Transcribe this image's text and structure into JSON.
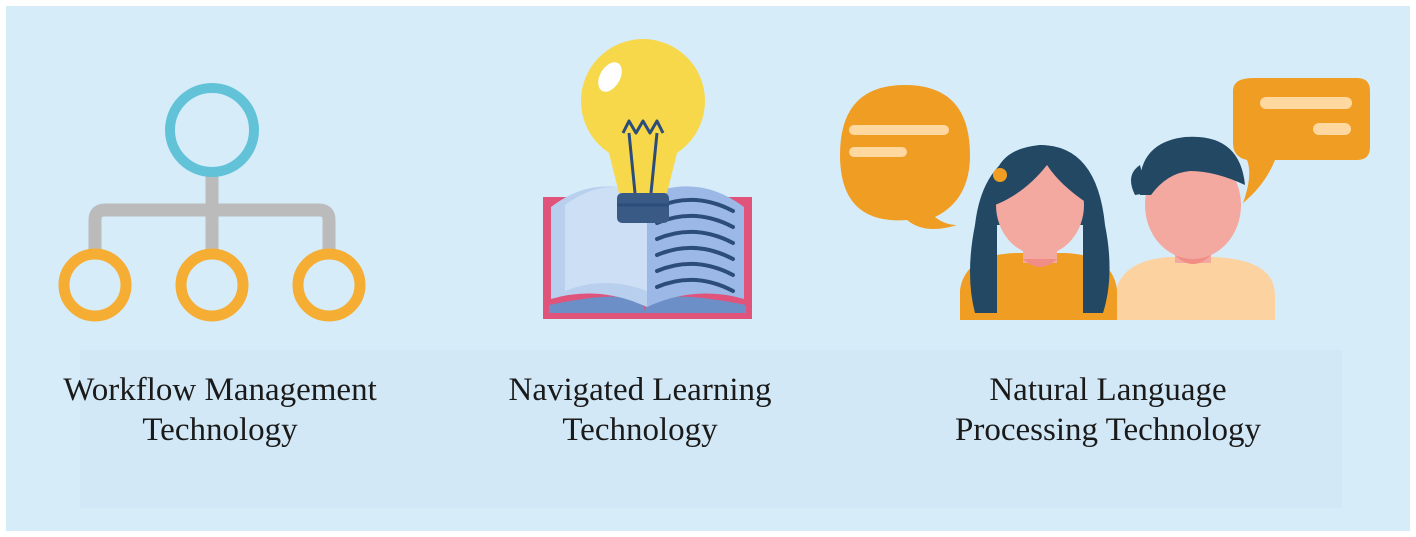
{
  "features": [
    {
      "icon": "workflow-hierarchy-icon",
      "caption_line1": "Workflow Management",
      "caption_line2": "Technology"
    },
    {
      "icon": "lightbulb-book-icon",
      "caption_line1": "Navigated Learning",
      "caption_line2": "Technology"
    },
    {
      "icon": "people-speech-bubbles-icon",
      "caption_line1": "Natural Language",
      "caption_line2": "Processing Technology"
    }
  ],
  "colors": {
    "background": "#d6ecf9",
    "node_top": "#62c3d8",
    "node_bottom": "#f5ad33",
    "connector": "#bbbbbb",
    "bulb": "#f6d84a",
    "book_cover": "#e0537a",
    "book_pages": "#b9cfee",
    "speech_bubble": "#f09d24",
    "hair": "#224863",
    "skin": "#f3a8a0"
  }
}
